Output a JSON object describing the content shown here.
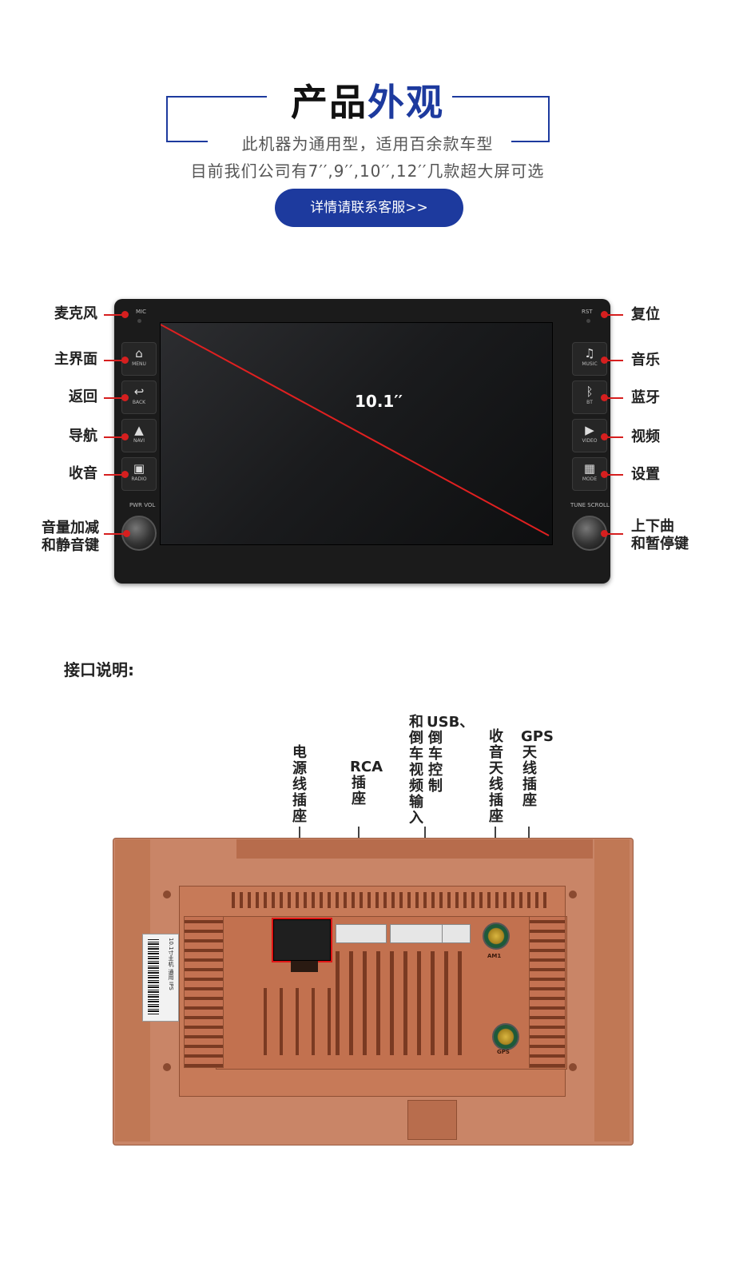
{
  "header": {
    "title_part1": "产品",
    "title_part2": "外观",
    "subtitle1": "此机器为通用型，适用百余款车型",
    "subtitle2": "目前我们公司有7′′,9′′,10′′,12′′几款超大屏可选",
    "cta_label": "详情请联系客服>>",
    "accent_color": "#1d3a9e"
  },
  "front": {
    "screen_size": "10.1′′",
    "panel_text": {
      "mic": "MIC",
      "rst": "RST",
      "pwr_vol": "PWR  VOL",
      "tune_scroll": "TUNE  SCROLL"
    },
    "left_buttons": [
      {
        "icon": "home-icon",
        "glyph": "⌂",
        "caption": "MENU"
      },
      {
        "icon": "back-icon",
        "glyph": "↩",
        "caption": "BACK"
      },
      {
        "icon": "navigation-icon",
        "glyph": "▲",
        "caption": "NAVI"
      },
      {
        "icon": "radio-icon",
        "glyph": "▣",
        "caption": "RADIO"
      }
    ],
    "right_buttons": [
      {
        "icon": "music-icon",
        "glyph": "♫",
        "caption": "MUSIC"
      },
      {
        "icon": "bluetooth-icon",
        "glyph": "ᛒ",
        "caption": "BT"
      },
      {
        "icon": "video-icon",
        "glyph": "▶",
        "caption": "VIDEO"
      },
      {
        "icon": "mode-icon",
        "glyph": "▦",
        "caption": "MODE"
      }
    ],
    "left_labels": [
      "麦克风",
      "主界面",
      "返回",
      "导航",
      "收音",
      "音量加减",
      "和静音键"
    ],
    "right_labels": [
      "复位",
      "音乐",
      "蓝牙",
      "视频",
      "设置",
      "上下曲",
      "和暂停键"
    ],
    "callout_color": "#d61f1f"
  },
  "interfaces": {
    "section_title": "接口说明:",
    "labels": [
      "电源线插座",
      "RCA插座",
      "USB、倒车控制",
      "和倒车视频输入",
      "收音天线插座",
      "GPS天线插座"
    ],
    "port_text": {
      "am": "AM1",
      "gps": "GPS"
    },
    "sticker_text": "10.1寸主机 通用 IPS"
  }
}
